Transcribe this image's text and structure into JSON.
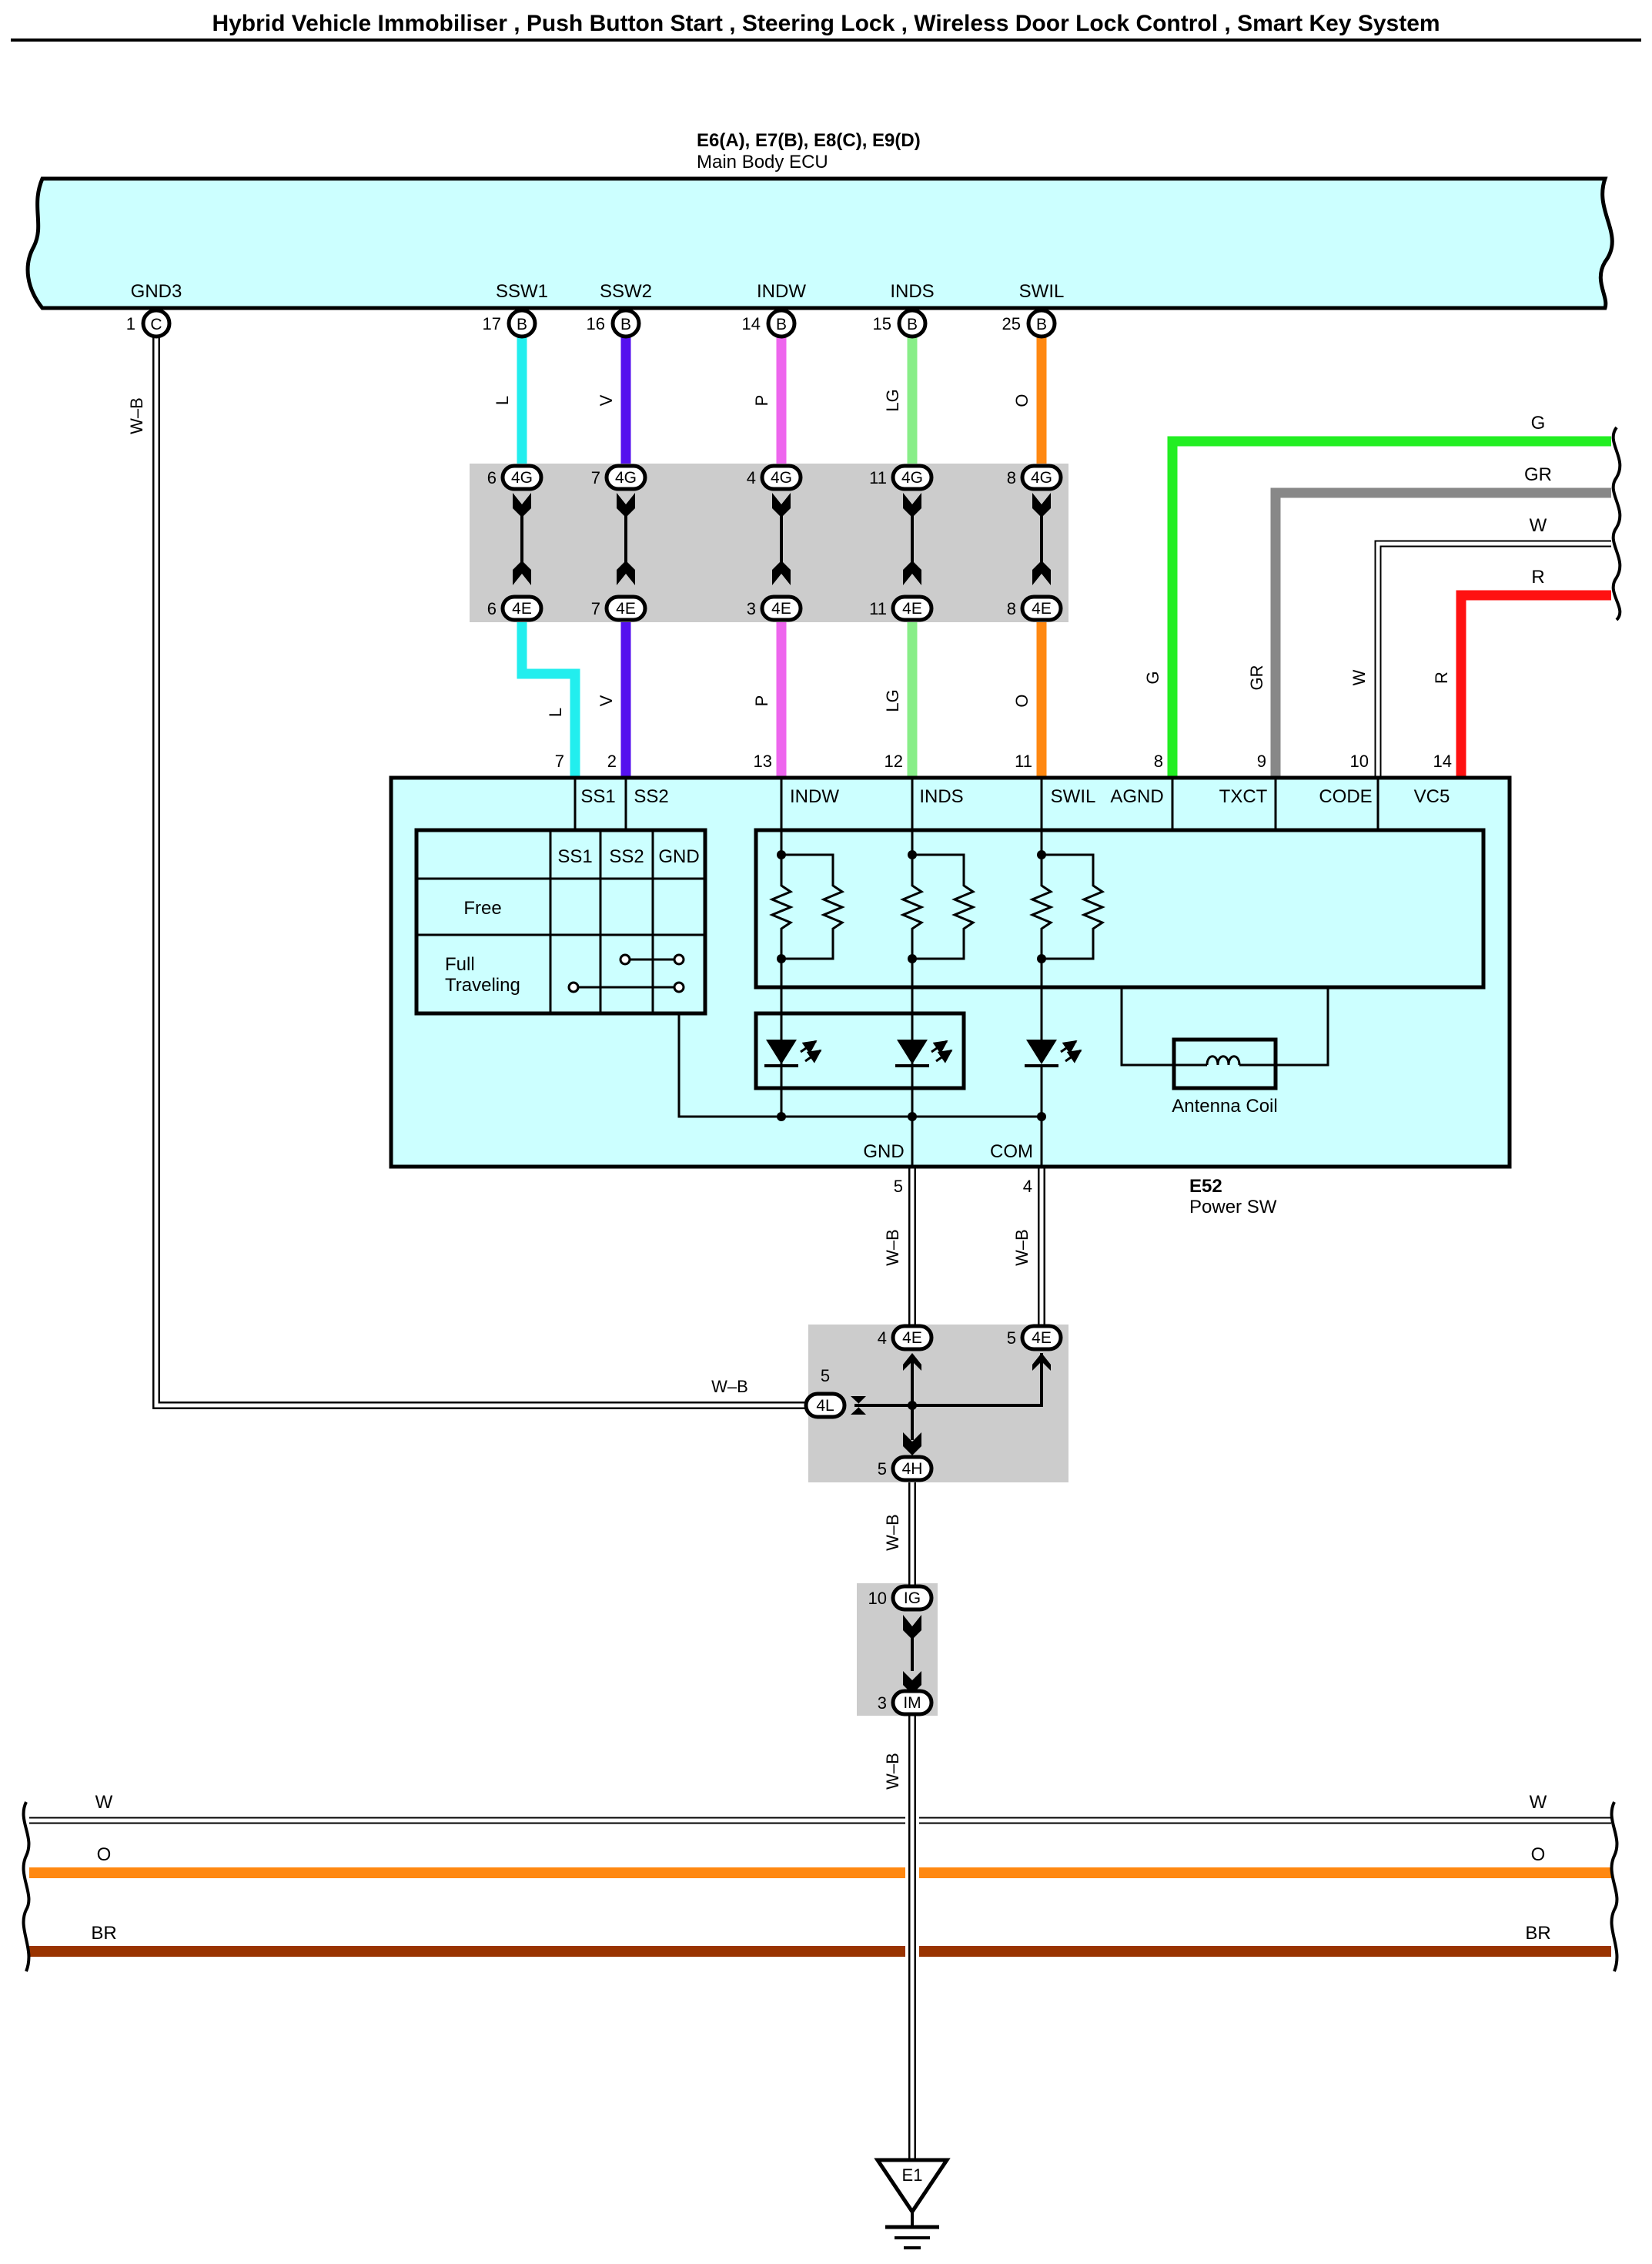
{
  "title": "Hybrid Vehicle Immobiliser , Push Button Start , Steering Lock , Wireless Door Lock Control , Smart Key System",
  "colors": {
    "ecu_fill": "#ccffff",
    "junction_fill": "#cccccc",
    "L": "#22eeee",
    "V": "#5511ee",
    "P": "#ee66ee",
    "LG": "#88ee88",
    "O": "#ff8811",
    "G": "#22ee22",
    "GR": "#888888",
    "R": "#ff1111",
    "BR": "#993300"
  },
  "ecu": {
    "connectors": "E6(A), E7(B), E8(C), E9(D)",
    "name": "Main Body ECU",
    "terminals": [
      {
        "label": "GND3",
        "pin": "1",
        "conn": "C",
        "wire": "W–B"
      },
      {
        "label": "SSW1",
        "pin": "17",
        "conn": "B",
        "wire": "L"
      },
      {
        "label": "SSW2",
        "pin": "16",
        "conn": "B",
        "wire": "V"
      },
      {
        "label": "INDW",
        "pin": "14",
        "conn": "B",
        "wire": "P"
      },
      {
        "label": "INDS",
        "pin": "15",
        "conn": "B",
        "wire": "LG"
      },
      {
        "label": "SWIL",
        "pin": "25",
        "conn": "B",
        "wire": "O"
      }
    ]
  },
  "junction_4g_4e": {
    "top": [
      {
        "pin": "6",
        "conn": "4G"
      },
      {
        "pin": "7",
        "conn": "4G"
      },
      {
        "pin": "4",
        "conn": "4G"
      },
      {
        "pin": "11",
        "conn": "4G"
      },
      {
        "pin": "8",
        "conn": "4G"
      }
    ],
    "bottom": [
      {
        "pin": "6",
        "conn": "4E"
      },
      {
        "pin": "7",
        "conn": "4E"
      },
      {
        "pin": "3",
        "conn": "4E"
      },
      {
        "pin": "11",
        "conn": "4E"
      },
      {
        "pin": "8",
        "conn": "4E"
      }
    ]
  },
  "right_wires": [
    {
      "color": "G",
      "label": "G"
    },
    {
      "color": "GR",
      "label": "GR"
    },
    {
      "color": "W",
      "label": "W"
    },
    {
      "color": "R",
      "label": "R"
    }
  ],
  "power_sw": {
    "id": "E52",
    "name": "Power SW",
    "pins": [
      {
        "pin": "7",
        "label": "SS1",
        "wire": "L"
      },
      {
        "pin": "2",
        "label": "SS2",
        "wire": "V"
      },
      {
        "pin": "13",
        "label": "INDW",
        "wire": "P"
      },
      {
        "pin": "12",
        "label": "INDS",
        "wire": "LG"
      },
      {
        "pin": "11",
        "label": "SWIL",
        "wire": "O"
      },
      {
        "pin": "8",
        "label": "AGND",
        "wire": "G"
      },
      {
        "pin": "9",
        "label": "TXCT",
        "wire": "GR"
      },
      {
        "pin": "10",
        "label": "CODE",
        "wire": "W"
      },
      {
        "pin": "14",
        "label": "VC5",
        "wire": "R"
      }
    ],
    "table": {
      "headers": [
        "SS1",
        "SS2",
        "GND"
      ],
      "rows": [
        "Free",
        "Full\nTraveling"
      ],
      "row1_line1": "Full",
      "row1_line2": "Traveling"
    },
    "antenna_label": "Antenna Coil",
    "gnd_pin": {
      "pin": "5",
      "label": "GND",
      "wire": "W–B"
    },
    "com_pin": {
      "pin": "4",
      "label": "COM",
      "wire": "W–B"
    }
  },
  "junction_ground": {
    "items": [
      {
        "pin": "4",
        "conn": "4E"
      },
      {
        "pin": "5",
        "conn": "4E"
      },
      {
        "pin": "5",
        "conn": "4L"
      },
      {
        "pin": "5",
        "conn": "4H"
      }
    ],
    "gnd3_wire": "W–B",
    "down_wire": "W–B"
  },
  "junction_ig_im": {
    "top": {
      "pin": "10",
      "conn": "IG"
    },
    "bottom": {
      "pin": "3",
      "conn": "IM"
    },
    "down_wire": "W–B"
  },
  "bus_wires": [
    {
      "color": "W",
      "label": "W"
    },
    {
      "color": "O",
      "label": "O"
    },
    {
      "color": "BR",
      "label": "BR"
    }
  ],
  "ground_point": "E1"
}
